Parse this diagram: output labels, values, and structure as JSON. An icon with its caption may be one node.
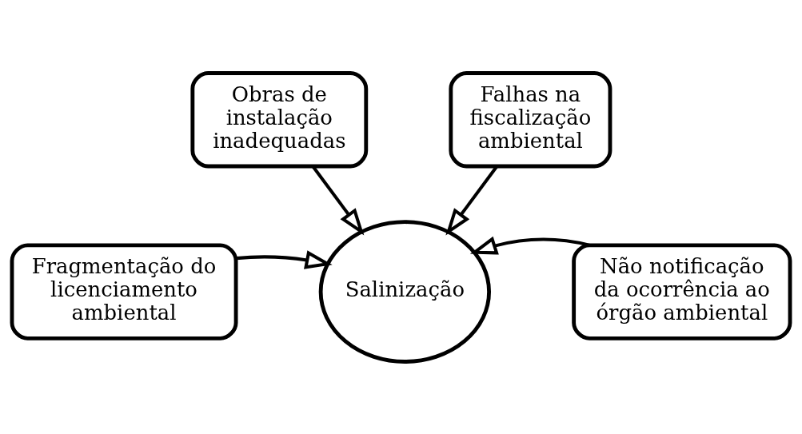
{
  "diagram": {
    "nodes": [
      {
        "text": [
          "Obras de instalação inadequadas"
        ]
      },
      {
        "text": [
          "Falhas na fiscalização ambiental"
        ]
      },
      {
        "text": [
          "Fragmentação do licenciamento ambiental"
        ]
      },
      {
        "text": [
          "Não notificação da ocorrência ao órgão ambiental"
        ]
      },
      {
        "text": [
          "Salinização"
        ]
      }
    ],
    "edges": [
      {
        "from": 0,
        "to": 4,
        "arrow": "to"
      },
      {
        "from": 1,
        "to": 4,
        "arrow": "to"
      },
      {
        "from": 2,
        "to": 4,
        "arrow": "to"
      },
      {
        "from": 3,
        "to": 4,
        "arrow": "to"
      }
    ]
  }
}
